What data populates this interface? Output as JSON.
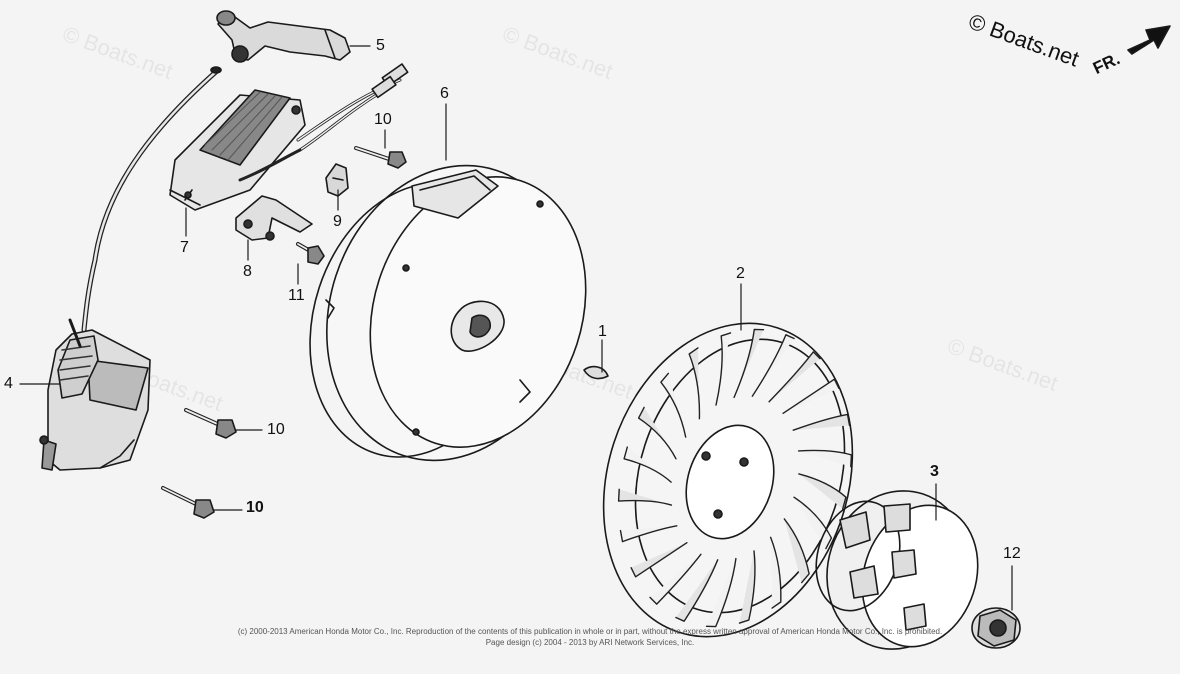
{
  "watermark": {
    "main_text": "© Boats.net",
    "faint_text": "© Boats.net"
  },
  "direction_label": "FR.",
  "callouts": {
    "c1": "1",
    "c2": "2",
    "c3": "3",
    "c4": "4",
    "c5": "5",
    "c6": "6",
    "c7": "7",
    "c8": "8",
    "c9": "9",
    "c10a": "10",
    "c10b": "10",
    "c10c": "10",
    "c11": "11",
    "c12": "12"
  },
  "footer": {
    "line1": "(c) 2000-2013 American Honda Motor Co., Inc. Reproduction of the contents of this publication in whole or in part, without the express written approval of American Honda Motor Co., Inc. is prohibited.",
    "line2": "Page design (c) 2004 - 2013 by ARI Network Services, Inc."
  }
}
